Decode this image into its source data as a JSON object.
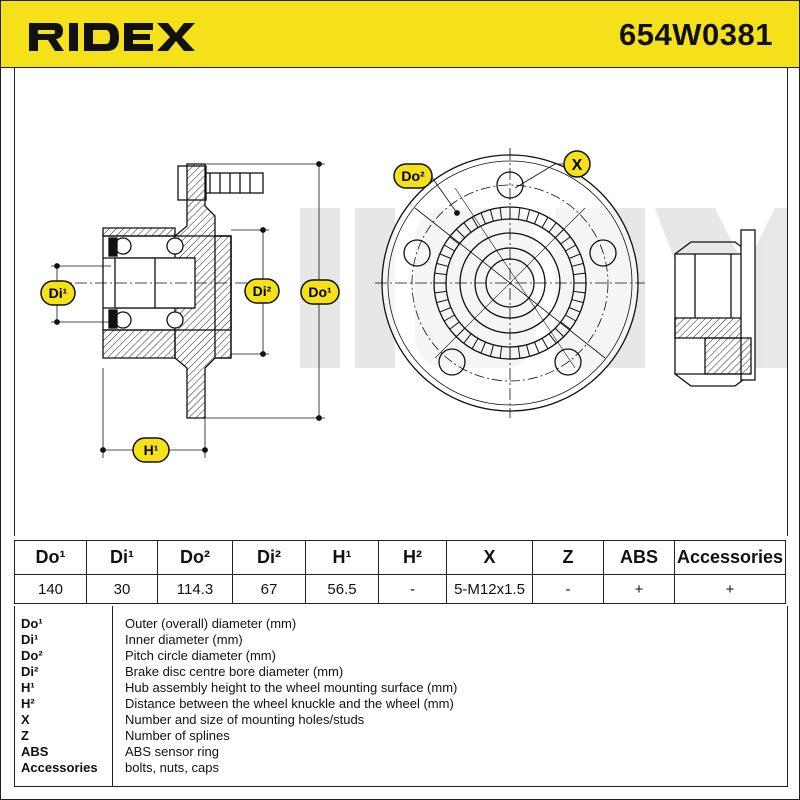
{
  "header": {
    "brand": "RIDEX",
    "part_number": "654W0381"
  },
  "drawing": {
    "labels": {
      "di1": "Di¹",
      "di2": "Di²",
      "do1": "Do¹",
      "do2": "Do²",
      "h1": "H¹",
      "x": "X"
    },
    "colors": {
      "badge": "#f5e11a",
      "dim_dot": "#111111"
    }
  },
  "spec_table": {
    "headers": [
      "Do¹",
      "Di¹",
      "Do²",
      "Di²",
      "H¹",
      "H²",
      "X",
      "Z",
      "ABS",
      "Accessories"
    ],
    "values": [
      "140",
      "30",
      "114.3",
      "67",
      "56.5",
      "-",
      "5-M12x1.5",
      "-",
      "+",
      "+"
    ]
  },
  "legend": [
    {
      "key": "Do¹",
      "desc": "Outer (overall) diameter (mm)"
    },
    {
      "key": "Di¹",
      "desc": "Inner diameter (mm)"
    },
    {
      "key": "Do²",
      "desc": "Pitch circle diameter (mm)"
    },
    {
      "key": "Di²",
      "desc": "Brake disc centre bore diameter (mm)"
    },
    {
      "key": "H¹",
      "desc": "Hub assembly height to the wheel mounting surface (mm)"
    },
    {
      "key": "H²",
      "desc": "Distance between the wheel knuckle and the wheel (mm)"
    },
    {
      "key": "X",
      "desc": "Number and size of mounting holes/studs"
    },
    {
      "key": "Z",
      "desc": "Number of splines"
    },
    {
      "key": "ABS",
      "desc": "ABS sensor ring"
    },
    {
      "key": "Accessories",
      "desc": "bolts, nuts, caps"
    }
  ]
}
